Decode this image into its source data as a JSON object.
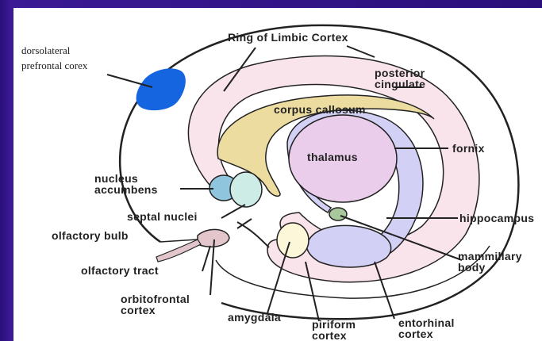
{
  "diagram": {
    "labels": {
      "dlpfc_line1": "dorsolateral",
      "dlpfc_line2": "prefrontal corex",
      "ring": "Ring of Limbic Cortex",
      "posterior1": "posterior",
      "posterior2": "cingulate",
      "corpus": "corpus callosum",
      "thalamus": "thalamus",
      "fornix": "fornix",
      "nucleus1": "nucleus",
      "nucleus2": "accumbens",
      "septal": "septal nuclei",
      "olf_bulb": "olfactory bulb",
      "olf_tract": "olfactory tract",
      "orbito1": "orbitofrontal",
      "orbito2": "cortex",
      "amygdala": "amygdala",
      "piriform1": "piriform",
      "piriform2": "cortex",
      "entorhinal1": "entorhinal",
      "entorhinal2": "cortex",
      "hippocampus": "hippocampus",
      "mammillary1": "mammillary",
      "mammillary2": "body"
    },
    "colors": {
      "background": "#2a0f7a",
      "dlpfc": "#1565e0",
      "limbic_ring": "#f8e4ea",
      "corpus_callosum": "#ecdca0",
      "thalamus": "#e9cdea",
      "fornix_hippocampus": "#d3d0f5",
      "accumbens": "#8fc6de",
      "septal": "#cdece6",
      "amygdala": "#fbf7d8",
      "mammillary": "#a9c79c",
      "olfactory": "#e3c6cc"
    }
  }
}
